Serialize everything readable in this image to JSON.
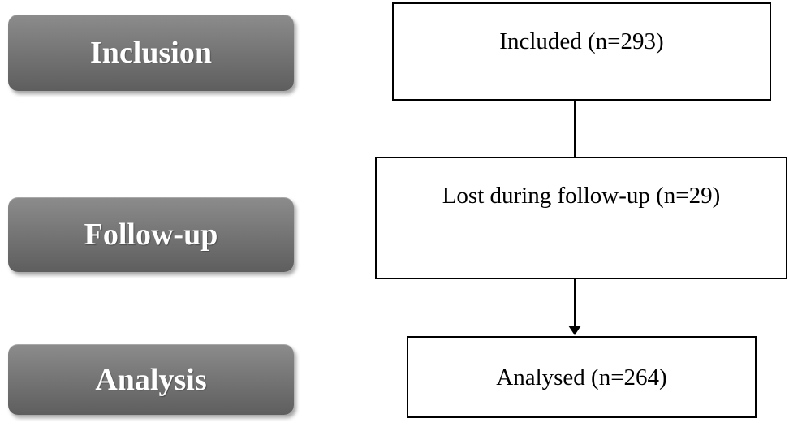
{
  "stages": {
    "inclusion": "Inclusion",
    "followup": "Follow-up",
    "analysis": "Analysis"
  },
  "flow": {
    "included": "Included (n=293)",
    "lost": "Lost during follow-up (n=29)",
    "analysed": "Analysed (n=264)"
  }
}
